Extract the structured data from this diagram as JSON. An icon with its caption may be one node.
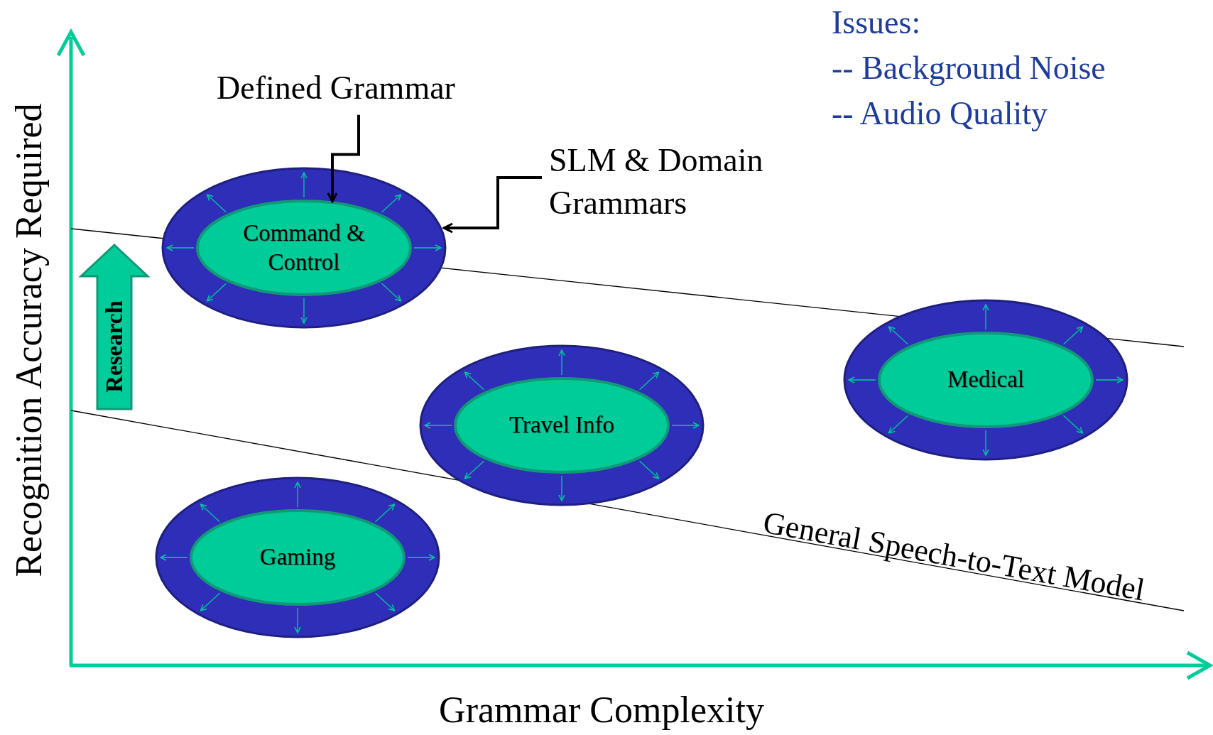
{
  "diagram": {
    "nodes": [
      {
        "text": [
          "Defined Grammar"
        ]
      },
      {
        "text": [
          "SLM & Domain Grammars"
        ]
      },
      {
        "text": [],
        "shape": "ellipse"
      },
      {
        "text": [
          "Command & Control"
        ],
        "in": 2
      },
      {
        "text": [],
        "shape": "ellipse"
      },
      {
        "text": [
          "Travel Info"
        ],
        "in": 4
      },
      {
        "text": [],
        "shape": "ellipse"
      },
      {
        "text": [
          "Medical"
        ],
        "in": 6
      },
      {
        "text": [],
        "shape": "ellipse"
      },
      {
        "text": [
          "Gaming"
        ],
        "in": 8
      },
      {
        "text": [
          "Research"
        ]
      }
    ],
    "edges": [
      {
        "from": 0,
        "to": 3,
        "arrow": "to",
        "style": "thick",
        "color": "#000000"
      },
      {
        "from": 1,
        "to": 2,
        "arrow": "to",
        "style": "thick",
        "color": "#000000"
      },
      {
        "from": 3,
        "to": 2,
        "arrow": "to"
      },
      {
        "from": 3,
        "to": 2,
        "arrow": "to"
      },
      {
        "from": 3,
        "to": 2,
        "arrow": "to"
      },
      {
        "from": 3,
        "to": 2,
        "arrow": "to"
      },
      {
        "from": 3,
        "to": 2,
        "arrow": "to"
      },
      {
        "from": 3,
        "to": 2,
        "arrow": "to"
      },
      {
        "from": 3,
        "to": 2,
        "arrow": "to"
      },
      {
        "from": 3,
        "to": 2,
        "arrow": "to"
      },
      {
        "from": 5,
        "to": 4,
        "arrow": "to"
      },
      {
        "from": 5,
        "to": 4,
        "arrow": "to"
      },
      {
        "from": 5,
        "to": 4,
        "arrow": "to"
      },
      {
        "from": 5,
        "to": 4,
        "arrow": "to"
      },
      {
        "from": 5,
        "to": 4,
        "arrow": "to"
      },
      {
        "from": 5,
        "to": 4,
        "arrow": "to"
      },
      {
        "from": 5,
        "to": 4,
        "arrow": "to"
      },
      {
        "from": 5,
        "to": 4,
        "arrow": "to"
      },
      {
        "from": 7,
        "to": 6,
        "arrow": "to"
      },
      {
        "from": 7,
        "to": 6,
        "arrow": "to"
      },
      {
        "from": 7,
        "to": 6,
        "arrow": "to"
      },
      {
        "from": 7,
        "to": 6,
        "arrow": "to"
      },
      {
        "from": 7,
        "to": 6,
        "arrow": "to"
      },
      {
        "from": 7,
        "to": 6,
        "arrow": "to"
      },
      {
        "from": 7,
        "to": 6,
        "arrow": "to"
      },
      {
        "from": 7,
        "to": 6,
        "arrow": "to"
      },
      {
        "from": 9,
        "to": 8,
        "arrow": "to"
      },
      {
        "from": 9,
        "to": 8,
        "arrow": "to"
      },
      {
        "from": 9,
        "to": 8,
        "arrow": "to"
      },
      {
        "from": 9,
        "to": 8,
        "arrow": "to"
      },
      {
        "from": 9,
        "to": 8,
        "arrow": "to"
      },
      {
        "from": 9,
        "to": 8,
        "arrow": "to"
      },
      {
        "from": 9,
        "to": 8,
        "arrow": "to"
      },
      {
        "from": 9,
        "to": 8,
        "arrow": "to"
      }
    ],
    "labels": [
      "Issues:",
      "-- Background Noise",
      "-- Audio Quality",
      "Recognition Accuracy Required",
      "General Speech-to-Text Model",
      "Grammar Complexity"
    ]
  }
}
